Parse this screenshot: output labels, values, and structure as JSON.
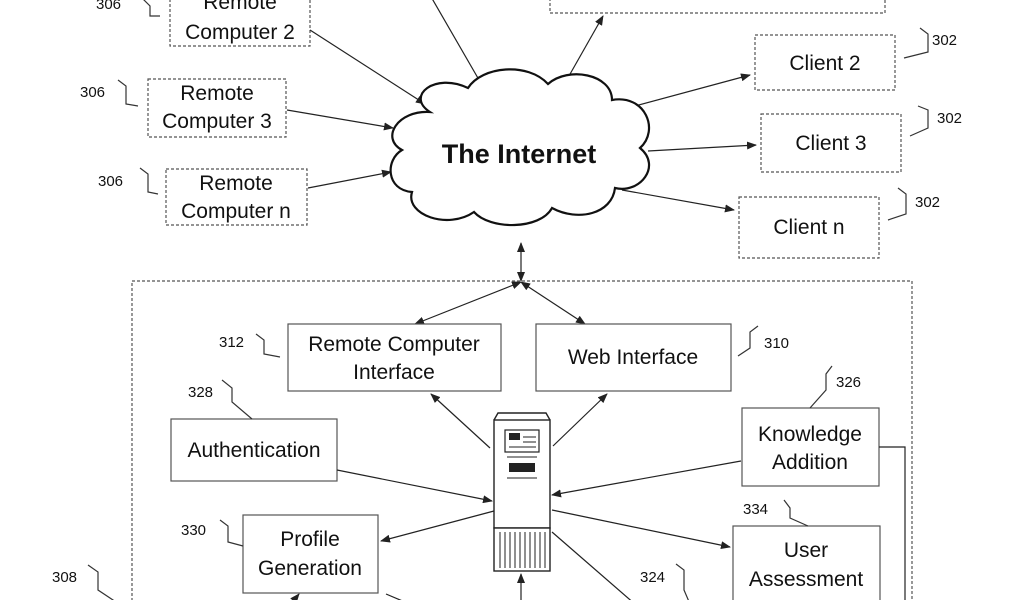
{
  "internet": {
    "label": "The Internet"
  },
  "remote_computers": [
    {
      "ref": "306",
      "line1": "Remote",
      "line2": "Computer 2"
    },
    {
      "ref": "306",
      "line1": "Remote",
      "line2": "Computer 3"
    },
    {
      "ref": "306",
      "line1": "Remote",
      "line2": "Computer n"
    }
  ],
  "clients": [
    {
      "ref": "302",
      "label": "Client 2"
    },
    {
      "ref": "302",
      "label": "Client 3"
    },
    {
      "ref": "302",
      "label": "Client n"
    }
  ],
  "system": {
    "ref": "308",
    "modules": {
      "remote_computer_interface": {
        "ref": "312",
        "line1": "Remote Computer",
        "line2": "Interface"
      },
      "web_interface": {
        "ref": "310",
        "label": "Web Interface"
      },
      "authentication": {
        "ref": "328",
        "label": "Authentication"
      },
      "knowledge_addition": {
        "ref": "326",
        "line1": "Knowledge",
        "line2": "Addition"
      },
      "profile_generation": {
        "ref": "330",
        "line1": "Profile",
        "line2": "Generation"
      },
      "user_assessment": {
        "ref": "334",
        "line1": "User",
        "line2": "Assessment"
      },
      "bottom_module": {
        "ref": "324"
      }
    }
  },
  "colors": {
    "stroke": "#222222",
    "background": "#ffffff"
  },
  "icons": {
    "server": "server-tower-icon",
    "network": "cloud-icon"
  }
}
